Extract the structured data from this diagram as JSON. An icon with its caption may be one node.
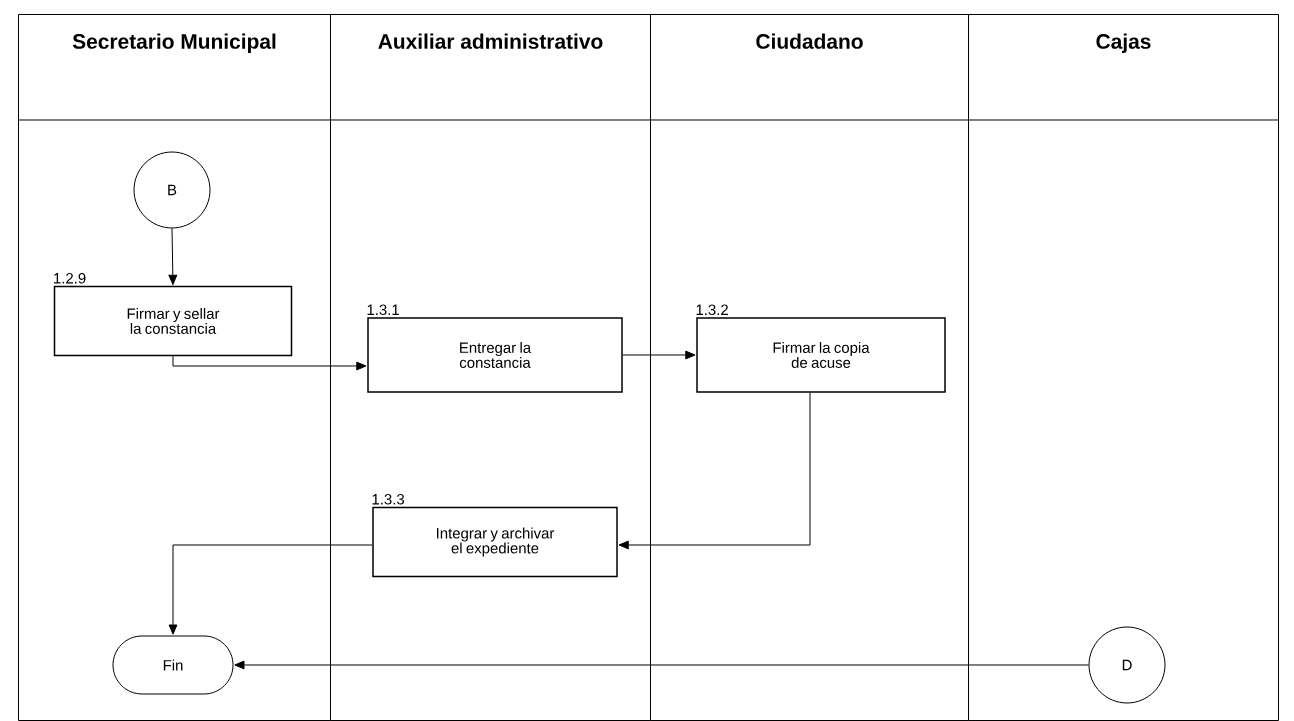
{
  "diagram": {
    "nodes": [
      {
        "text": [
          "Secretario Municipal"
        ]
      },
      {
        "text": [
          "Auxiliar administrativo"
        ]
      },
      {
        "text": [
          "Ciudadano"
        ]
      },
      {
        "text": [
          "Cajas"
        ]
      },
      {
        "text": [
          "B"
        ],
        "in": 0
      },
      {
        "text": [
          "Firmar y sellar la constancia"
        ],
        "beside": [
          "1.2.9"
        ],
        "in": 0
      },
      {
        "text": [
          "Entregar la constancia"
        ],
        "beside": [
          "1.3.1"
        ],
        "in": 1
      },
      {
        "text": [
          "Firmar la copia de acuse"
        ],
        "beside": [
          "1.3.2"
        ],
        "in": 2
      },
      {
        "text": [
          "Integrar y archivar el expediente"
        ],
        "beside": [
          "1.3.3"
        ],
        "in": 1
      },
      {
        "text": [
          "Fin"
        ],
        "in": 0
      },
      {
        "text": [
          "D"
        ],
        "in": 3
      }
    ],
    "edges": [
      {
        "from": 4,
        "to": 5,
        "arrow": "to"
      },
      {
        "from": 5,
        "to": 6,
        "arrow": "to"
      },
      {
        "from": 6,
        "to": 7,
        "arrow": "to"
      },
      {
        "from": 7,
        "to": 8,
        "arrow": "to"
      },
      {
        "from": 8,
        "to": 9,
        "arrow": "to"
      },
      {
        "from": 10,
        "to": 9,
        "arrow": "to"
      }
    ]
  }
}
